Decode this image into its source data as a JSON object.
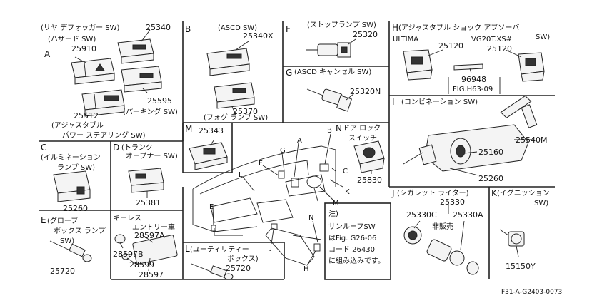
{
  "sections": {
    "A": {
      "letter": "A",
      "title1": "(リヤ デフォッガー SW)",
      "title2": "(ハザード SW)",
      "p1": "25340",
      "p2": "25910",
      "p3": "25595",
      "p4": "(パーキング SW)",
      "p5": "25512",
      "p6": "(アジャスタブル",
      "p7": "パワー ステアリング SW)"
    },
    "B": {
      "letter": "B",
      "title": "(ASCD SW)",
      "p1": "25340X",
      "p2": "25370",
      "p3": "(フォグ ランプ SW)"
    },
    "F": {
      "letter": "F",
      "title": "(ストップランプ SW)",
      "p1": "25320"
    },
    "G": {
      "letter": "G",
      "title": "(ASCD キャンセル SW)",
      "p1": "25320N"
    },
    "H": {
      "letter": "H",
      "title": "(アジャスタブル ショック アブソーバ",
      "title2": "SW)",
      "v1": "ULTIMA",
      "v2": "VG20T.XS#",
      "p1": "25120",
      "p2": "25120",
      "p3": "96948",
      "p4": "FIG.H63-09"
    },
    "I": {
      "letter": "I",
      "title": "(コンビネーション SW)",
      "p1": "25540M",
      "p2": "25160",
      "p3": "25260"
    },
    "M": {
      "letter": "M",
      "p1": "25343"
    },
    "N": {
      "letter": "N",
      "title1": "ドア ロック",
      "title2": "スイッチ",
      "p1": "25830"
    },
    "C": {
      "letter": "C",
      "title1": "(イルミネーション",
      "title2": "ランプ SW)",
      "p1": "25260"
    },
    "D": {
      "letter": "D",
      "title1": "(トランク",
      "title2": "オープナー SW)",
      "p1": "25381"
    },
    "E": {
      "letter": "E",
      "title1": "(グローブ",
      "title2": "ボックス ランプ",
      "title3": "SW)",
      "p1": "25720"
    },
    "K1": {
      "title1": "キーレス",
      "title2": "エントリー車",
      "p1": "28597A",
      "p2": "28597B",
      "p3": "28599",
      "p4": "28597"
    },
    "L": {
      "letter": "L",
      "title1": "(ユーティリティー",
      "title2": "ボックス)",
      "p1": "25720"
    },
    "J": {
      "letter": "J",
      "title": "(シガレット ライター)",
      "p1": "25330",
      "p2": "25330C",
      "p3": "25330A",
      "p4": "非販売"
    },
    "K": {
      "letter": "K",
      "title1": "(イグニッション",
      "title2": "SW)",
      "p1": "15150Y"
    },
    "note": {
      "l1": "注)",
      "l2": "サンルーフSW",
      "l3": "はFig. G26-06",
      "l4": "コード 26430",
      "l5": "に組み込みです。"
    }
  },
  "callouts": [
    "B",
    "G",
    "A",
    "F",
    "C",
    "K",
    "L",
    "I",
    "M",
    "E",
    "J",
    "N",
    "H"
  ],
  "figure_code": "F31-A-G2403-0073"
}
